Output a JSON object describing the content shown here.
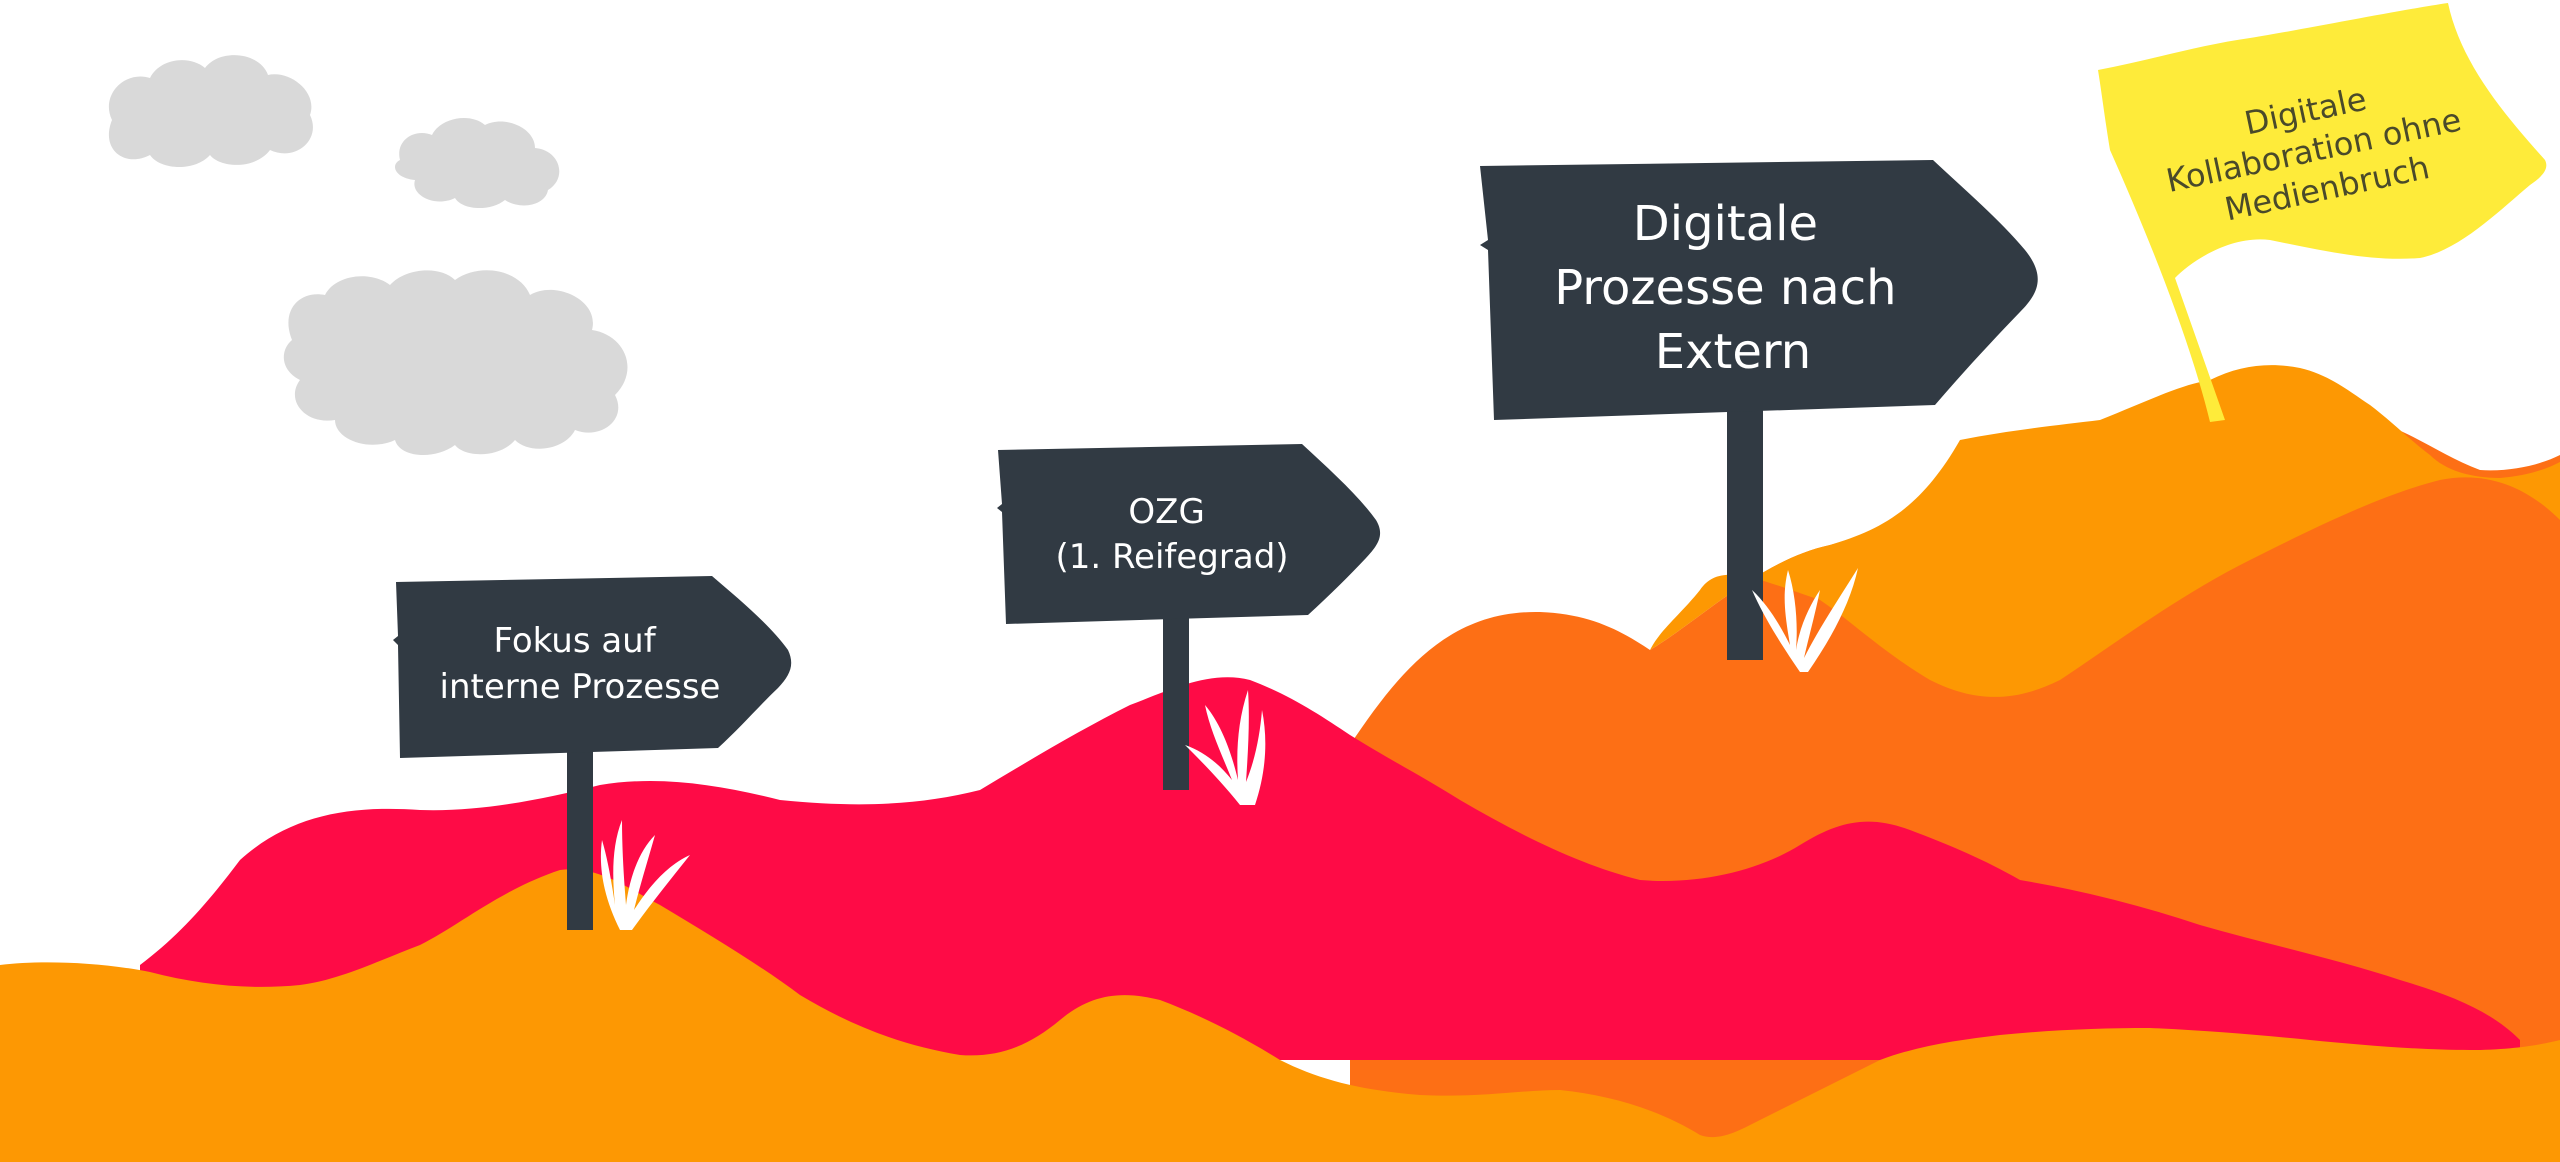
{
  "colors": {
    "background": "#ffffff",
    "cloud": "#d9d9d9",
    "hill_orange": "#fd9803",
    "hill_red": "#fe0b46",
    "hill_dark_orange": "#fd6f15",
    "sign": "#313a43",
    "grass": "#ffffff",
    "flag": "#feeb3a"
  },
  "signs": {
    "sign1": {
      "lines": [
        "Fokus auf",
        "interne Prozesse"
      ]
    },
    "sign2": {
      "lines": [
        "OZG",
        "(1. Reifegrad)"
      ]
    },
    "sign3": {
      "lines": [
        "Digitale",
        "Prozesse nach",
        "Extern"
      ]
    }
  },
  "flag": {
    "lines": [
      "Digitale",
      "Kollaboration ohne",
      "Medienbruch"
    ]
  },
  "icons": {
    "cloud": "cloud-icon",
    "grass": "grass-tuft-icon",
    "signpost": "signpost-icon",
    "flag": "flag-icon"
  }
}
